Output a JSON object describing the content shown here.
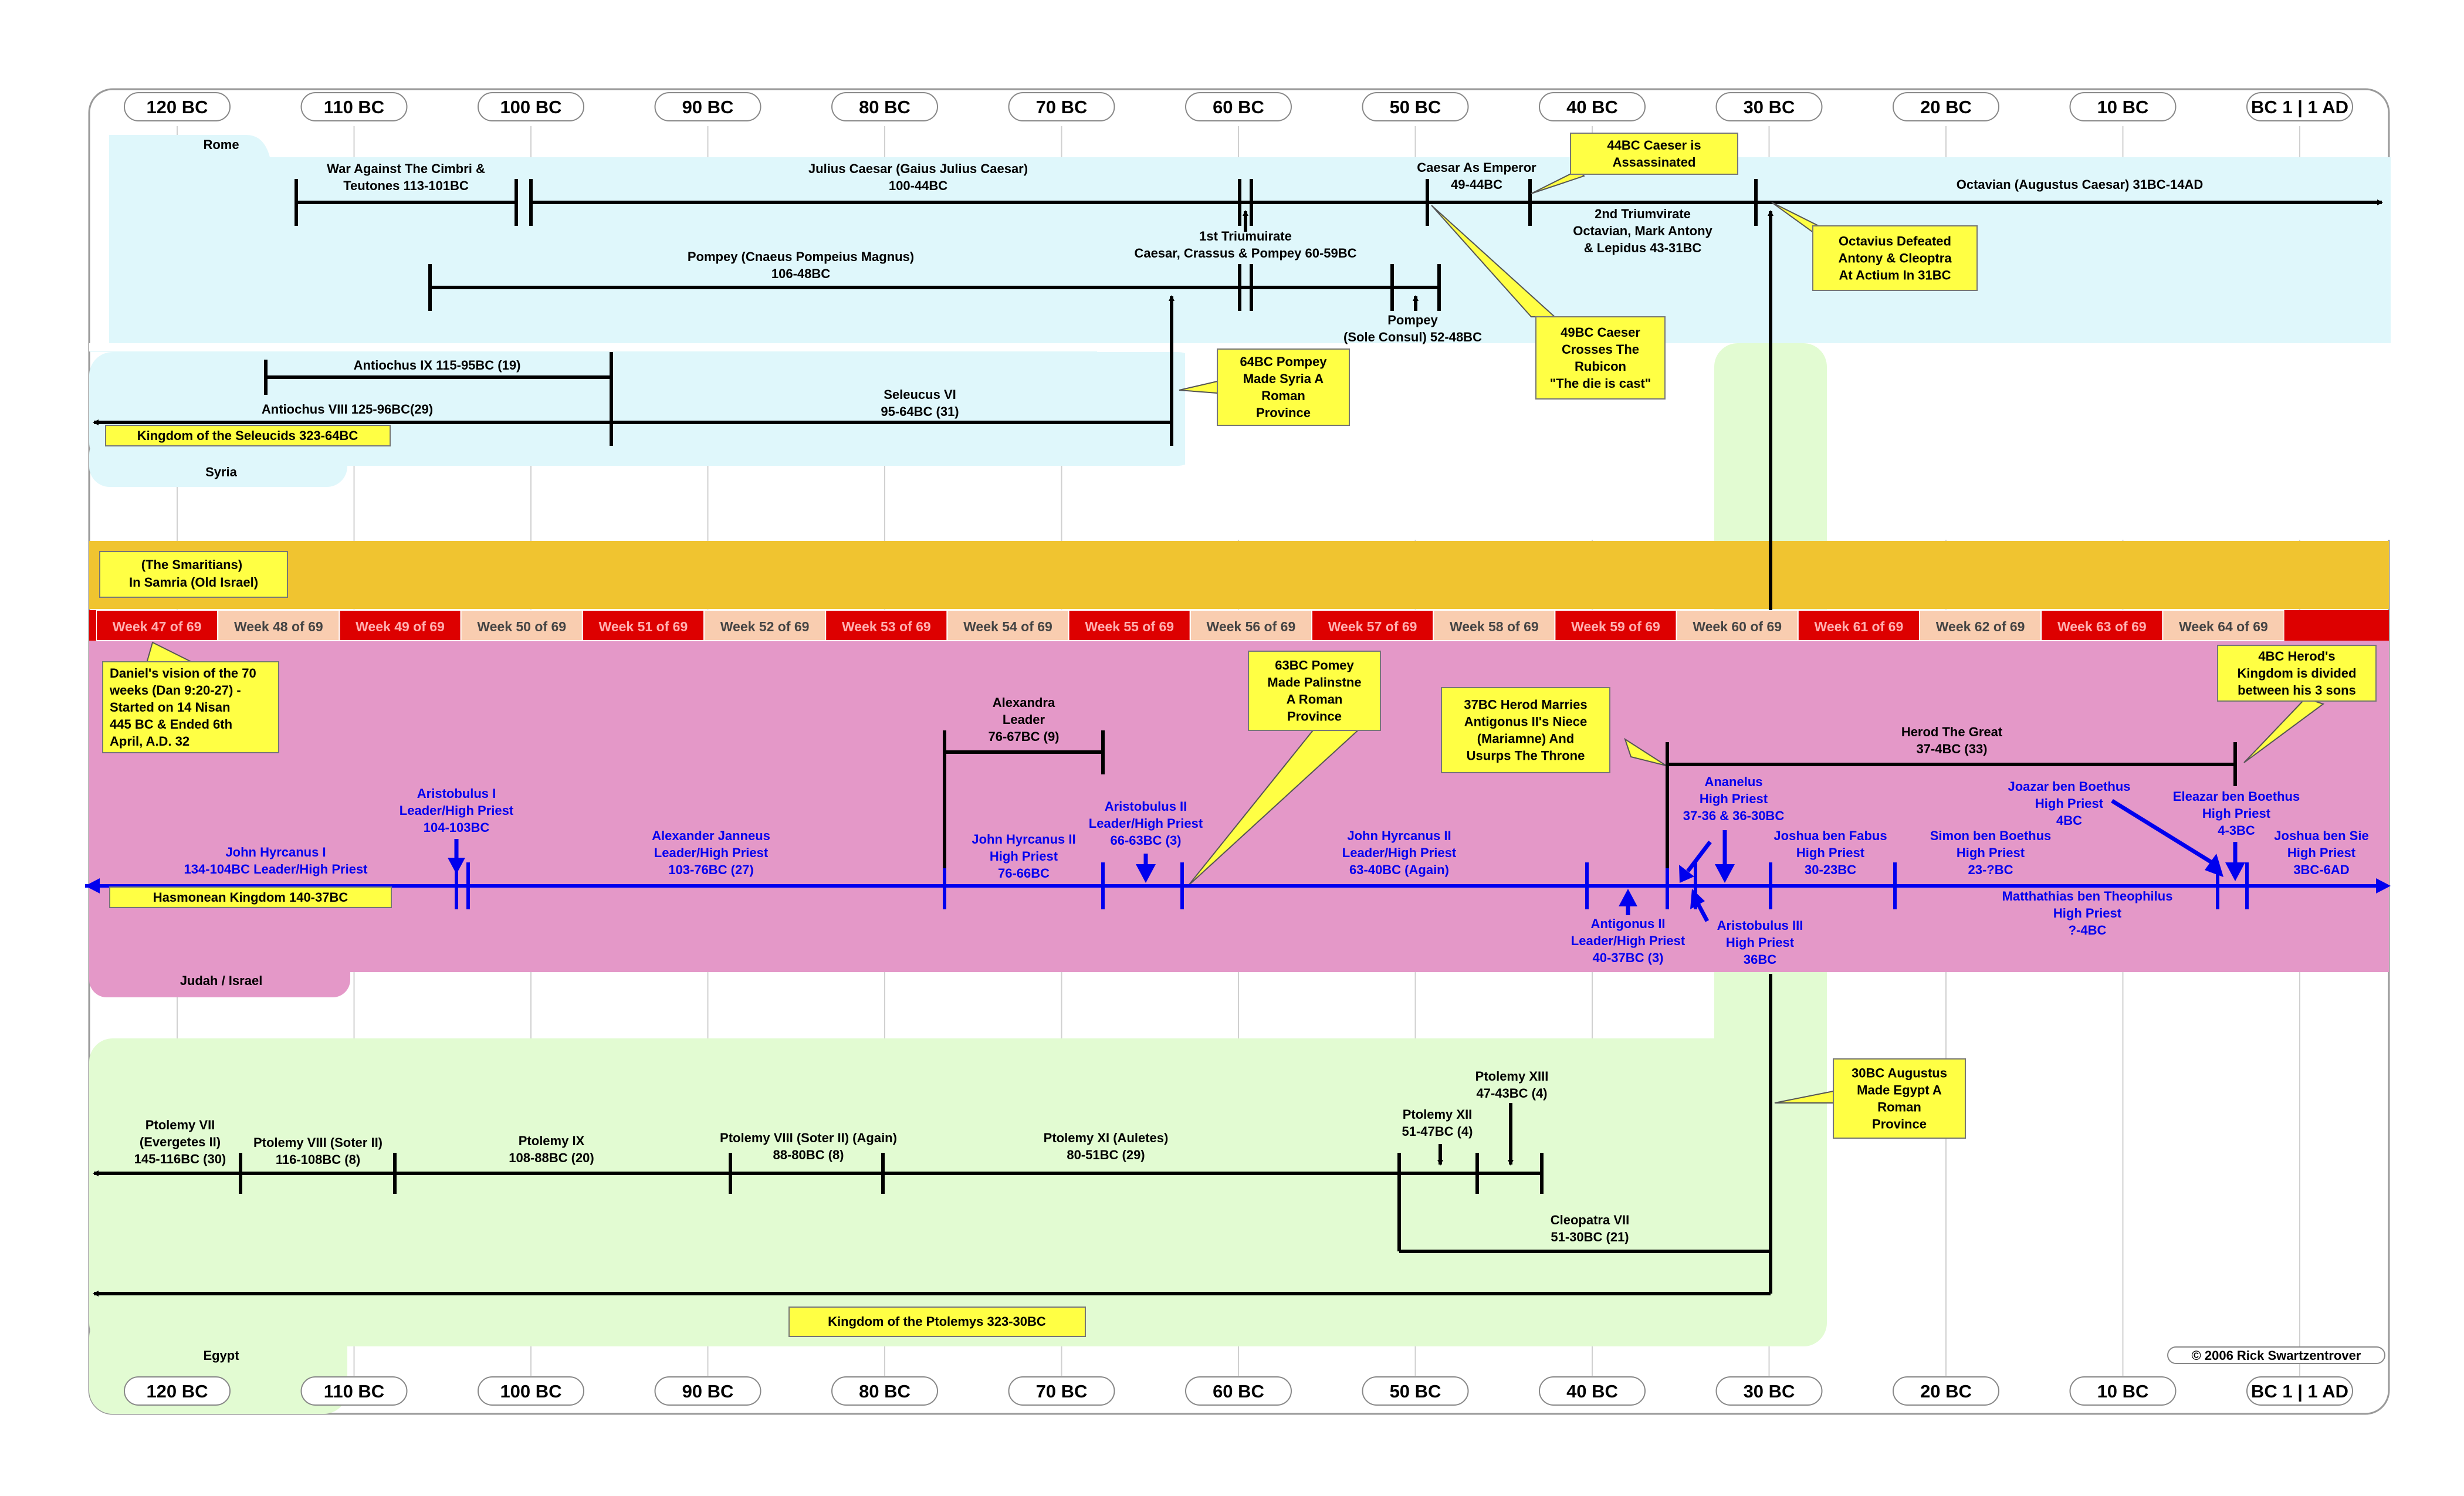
{
  "years": [
    "120 BC",
    "110 BC",
    "100 BC",
    "90 BC",
    "80 BC",
    "70 BC",
    "60 BC",
    "50 BC",
    "40 BC",
    "30 BC",
    "20 BC",
    "10 BC",
    "BC 1 | 1 AD"
  ],
  "regions": {
    "rome": "Rome",
    "syria": "Syria",
    "samaria": [
      "(The Smaritians)",
      "In Samria (Old Israel)"
    ],
    "judah": "Judah / Israel",
    "egypt": "Egypt"
  },
  "weeks": [
    "Week 47 of 69",
    "Week 48 of 69",
    "Week 49 of 69",
    "Week 50 of 69",
    "Week 51 of 69",
    "Week 52 of 69",
    "Week 53 of 69",
    "Week 54 of 69",
    "Week 55 of 69",
    "Week 56 of 69",
    "Week 57 of 69",
    "Week 58 of 69",
    "Week 59 of 69",
    "Week 60 of 69",
    "Week 61 of 69",
    "Week 62 of 69",
    "Week 63 of 69",
    "Week 64 of 69"
  ],
  "labels": {
    "cimbri": [
      "War Against The Cimbri &",
      "Teutones 113-101BC"
    ],
    "caesar": [
      "Julius Caesar (Gaius Julius Caesar)",
      "100-44BC"
    ],
    "caesar_emperor": [
      "Caesar As Emperor",
      "49-44BC"
    ],
    "octavian": "Octavian (Augustus Caesar) 31BC-14AD",
    "triumvirate1": [
      "1st Triumuirate",
      "Caesar, Crassus & Pompey 60-59BC"
    ],
    "triumvirate2": [
      "2nd Triumvirate",
      "Octavian, Mark Antony",
      "& Lepidus 43-31BC"
    ],
    "pompey": [
      "Pompey (Cnaeus Pompeius Magnus)",
      "106-48BC"
    ],
    "pompey_consul": [
      "Pompey",
      "(Sole Consul) 52-48BC"
    ],
    "antiochus9": "Antiochus IX 115-95BC (19)",
    "antiochus8": "Antiochus VIII 125-96BC(29)",
    "seleucus": [
      "Seleucus VI",
      "95-64BC (31)"
    ],
    "john_hyrcanus1": [
      "John Hyrcanus I",
      "134-104BC Leader/High Priest"
    ],
    "aristobulus1": [
      "Aristobulus I",
      "Leader/High Priest",
      "104-103BC"
    ],
    "janneus": [
      "Alexander Janneus",
      "Leader/High Priest",
      "103-76BC (27)"
    ],
    "alexandra": [
      "Alexandra",
      "Leader",
      "76-67BC (9)"
    ],
    "hyrcanus2a": [
      "John Hyrcanus II",
      "High Priest",
      "76-66BC"
    ],
    "aristobulus2": [
      "Aristobulus II",
      "Leader/High Priest",
      "66-63BC (3)"
    ],
    "hyrcanus2b": [
      "John Hyrcanus II",
      "Leader/High Priest",
      "63-40BC (Again)"
    ],
    "antigonus": [
      "Antigonus II",
      "Leader/High Priest",
      "40-37BC (3)"
    ],
    "herod": [
      "Herod The Great",
      "37-4BC (33)"
    ],
    "ananelus": [
      "Ananelus",
      "High Priest",
      "37-36 & 36-30BC"
    ],
    "aristobulus3": [
      "Aristobulus III",
      "High Priest",
      "36BC"
    ],
    "fabus": [
      "Joshua ben Fabus",
      "High Priest",
      "30-23BC"
    ],
    "simon": [
      "Simon ben Boethus",
      "High Priest",
      "23-?BC"
    ],
    "joazar": [
      "Joazar ben Boethus",
      "High Priest",
      "4BC"
    ],
    "eleazar": [
      "Eleazar ben Boethus",
      "High Priest",
      "4-3BC"
    ],
    "sie": [
      "Joshua ben Sie",
      "High Priest",
      "3BC-6AD"
    ],
    "matthathias": [
      "Matthathias ben Theophilus",
      "High Priest",
      "?-4BC"
    ],
    "ptolemy7": [
      "Ptolemy VII",
      "(Evergetes II)",
      "145-116BC (30)"
    ],
    "ptolemy8": [
      "Ptolemy VIII (Soter II)",
      "116-108BC (8)"
    ],
    "ptolemy9": [
      "Ptolemy IX",
      "108-88BC (20)"
    ],
    "ptolemy8b": [
      "Ptolemy VIII (Soter II) (Again)",
      "88-80BC (8)"
    ],
    "ptolemy11": [
      "Ptolemy XI (Auletes)",
      "80-51BC (29)"
    ],
    "ptolemy12": [
      "Ptolemy XII",
      "51-47BC (4)"
    ],
    "ptolemy13": [
      "Ptolemy XIII",
      "47-43BC (4)"
    ],
    "cleopatra": [
      "Cleopatra VII",
      "51-30BC (21)"
    ]
  },
  "kingdoms": {
    "seleucids": "Kingdom of the Seleucids 323-64BC",
    "hasmonean": "Hasmonean Kingdom 140-37BC",
    "ptolemys": "Kingdom of the Ptolemys 323-30BC"
  },
  "callouts": {
    "assassinated": [
      "44BC Caeser is",
      "Assassinated"
    ],
    "actium": [
      "Octavius Defeated",
      "Antony & Cleoptra",
      "At Actium In 31BC"
    ],
    "rubicon": [
      "49BC Caeser",
      "Crosses The",
      "Rubicon",
      "\"The die is cast\""
    ],
    "syria_province": [
      "64BC Pompey",
      "Made Syria A",
      "Roman",
      "Province"
    ],
    "daniel": [
      "Daniel's vision of the 70",
      "weeks (Dan 9:20-27) -",
      "Started on 14 Nisan",
      "445 BC & Ended 6th",
      "April, A.D. 32"
    ],
    "palestine": [
      "63BC Pomey",
      "Made Palinstne",
      "A Roman",
      "Province"
    ],
    "herod_marries": [
      "37BC Herod Marries",
      "Antigonus II's Niece",
      "(Mariamne) And",
      "Usurps The Throne"
    ],
    "herod_divided": [
      "4BC Herod's",
      "Kingdom is divided",
      "between his 3 sons"
    ],
    "egypt_province": [
      "30BC Augustus",
      "Made Egypt  A",
      "Roman",
      "Province"
    ]
  },
  "copyright": "© 2006 Rick Swartzentrover",
  "colors": {
    "rome_bg": "#dff7fb",
    "egypt_bg": "#e2fbd2",
    "samaria_bg": "#f0c430",
    "judah_bg": "#e498c8",
    "week_red": "#dd0000",
    "week_tan": "#f9cdb0",
    "callout": "#ffff44",
    "judah_line": "#0000ee"
  }
}
